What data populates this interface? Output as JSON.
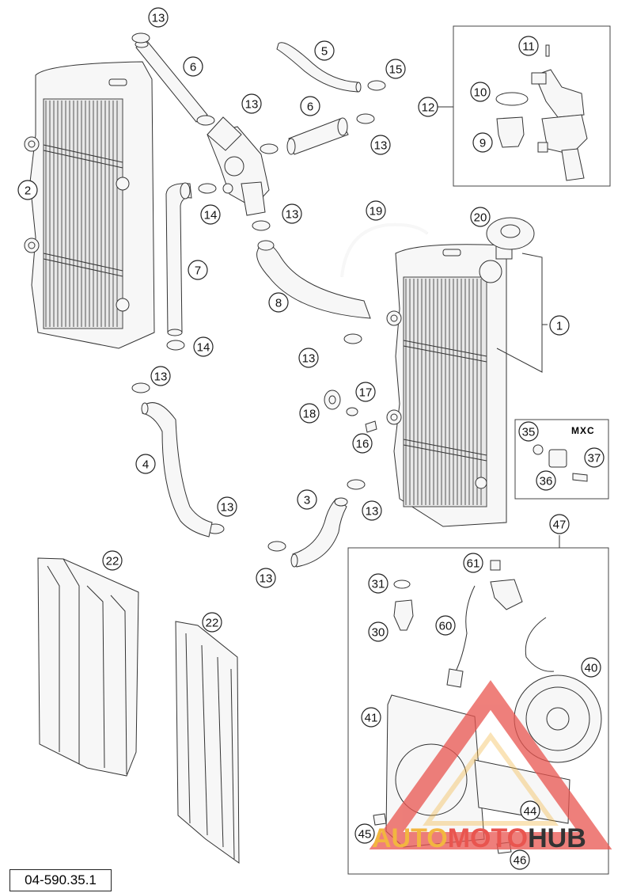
{
  "diagram": {
    "document_number": "04-590.35.1",
    "variant_label": "MXC",
    "callouts": [
      "13",
      "6",
      "5",
      "15",
      "11",
      "10",
      "12",
      "9",
      "13",
      "6",
      "13",
      "2",
      "14",
      "13",
      "7",
      "19",
      "20",
      "8",
      "1",
      "14",
      "13",
      "13",
      "17",
      "18",
      "16",
      "35",
      "37",
      "36",
      "4",
      "3",
      "13",
      "13",
      "13",
      "47",
      "22",
      "22",
      "31",
      "61",
      "30",
      "60",
      "40",
      "41",
      "44",
      "45",
      "46"
    ],
    "watermark": {
      "part1": "AUTO",
      "part2": "MOTO",
      "part3": "HUB"
    },
    "colors": {
      "watermark_yellow": "#f2b640",
      "watermark_red": "#e9554f",
      "watermark_dark": "#333333"
    }
  }
}
